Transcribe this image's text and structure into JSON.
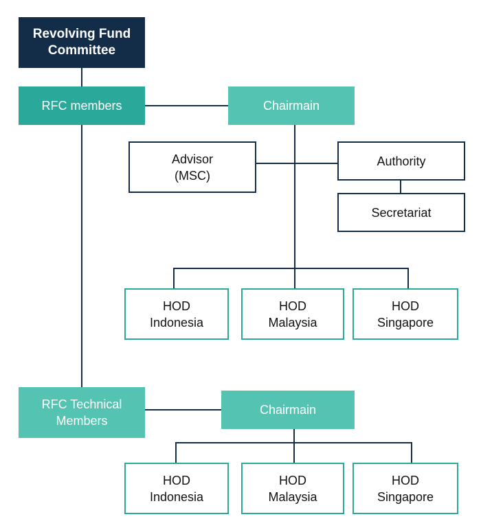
{
  "diagram": {
    "root": {
      "line1": "Revolving Fund",
      "line2": "Committee"
    },
    "rfc_members": {
      "label": "RFC members"
    },
    "chairman_1": {
      "label": "Chairmain"
    },
    "advisor": {
      "line1": "Advisor",
      "line2": "(MSC)"
    },
    "authority": {
      "label": "Authority"
    },
    "secretariat": {
      "label": "Secretariat"
    },
    "hod_group_1": [
      {
        "line1": "HOD",
        "line2": "Indonesia"
      },
      {
        "line1": "HOD",
        "line2": "Malaysia"
      },
      {
        "line1": "HOD",
        "line2": "Singapore"
      }
    ],
    "rfc_technical": {
      "line1": "RFC Technical",
      "line2": "Members"
    },
    "chairman_2": {
      "label": "Chairmain"
    },
    "hod_group_2": [
      {
        "line1": "HOD",
        "line2": "Indonesia"
      },
      {
        "line1": "HOD",
        "line2": "Malaysia"
      },
      {
        "line1": "HOD",
        "line2": "Singapore"
      }
    ],
    "colors": {
      "navy": "#132c47",
      "teal": "#2aa99a",
      "light_teal": "#55c3b1"
    }
  }
}
